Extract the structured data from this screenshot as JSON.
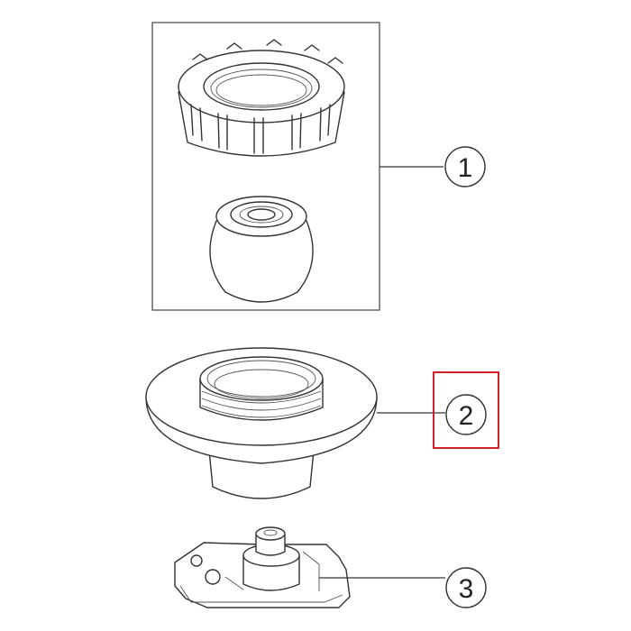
{
  "diagram": {
    "colors": {
      "line": "#333333",
      "highlight": "#d0202a",
      "background": "#ffffff"
    },
    "callouts": [
      {
        "label": "1",
        "part": "lock-nut-and-ball-assembly"
      },
      {
        "label": "2",
        "part": "flange-fitting",
        "highlighted": true
      },
      {
        "label": "3",
        "part": "mounting-bracket"
      }
    ]
  }
}
